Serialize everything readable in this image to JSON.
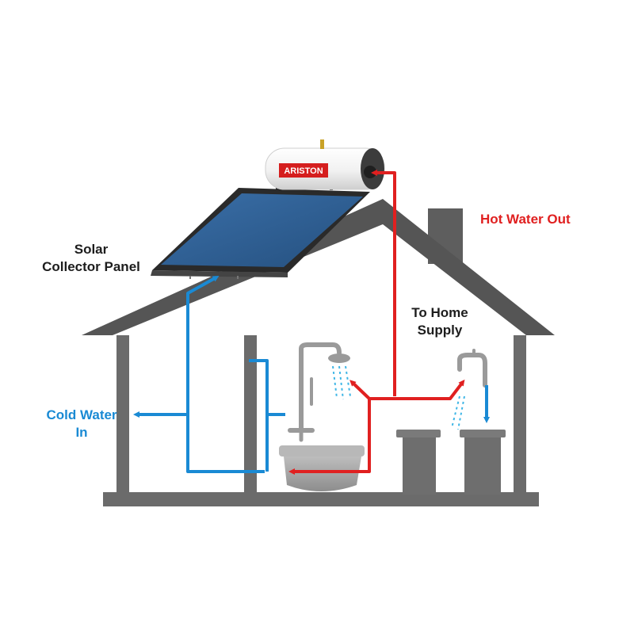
{
  "labels": {
    "solar_line1": "Solar",
    "solar_line2": "Collector Panel",
    "hot_water_out": "Hot Water Out",
    "home_supply_line1": "To Home",
    "home_supply_line2": "Supply",
    "cold_water_line1": "Cold Water",
    "cold_water_line2": "In"
  },
  "tank": {
    "brand": "ARISTON"
  },
  "colors": {
    "hot": "#e02020",
    "cold": "#1a8ad4",
    "house": "#6b6b6b",
    "roof": "#555555",
    "panel": "#2f5f95",
    "fixtures": "#9a9a9a"
  }
}
